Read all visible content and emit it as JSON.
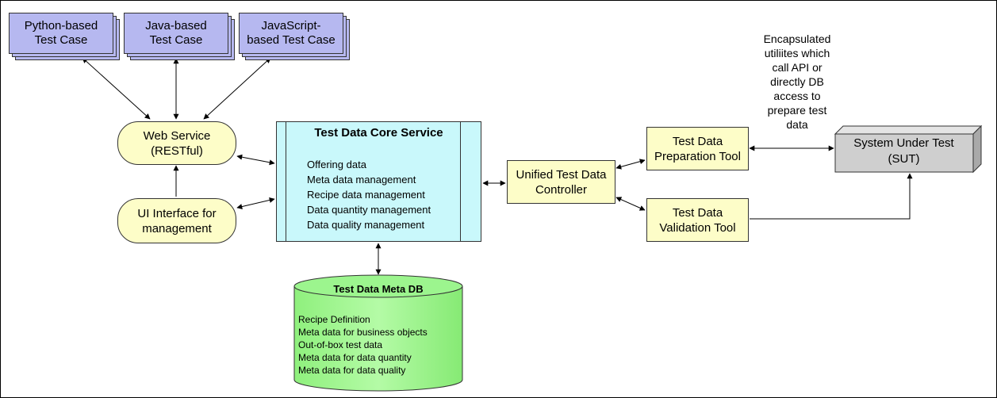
{
  "test_cases": [
    {
      "line1": "Python-based",
      "line2": "Test Case"
    },
    {
      "line1": "Java-based",
      "line2": "Test Case"
    },
    {
      "line1": "JavaScript-",
      "line2": "based Test Case"
    }
  ],
  "web_service": {
    "line1": "Web Service",
    "line2": "(RESTful)"
  },
  "ui_interface": {
    "line1": "UI Interface for",
    "line2": "management"
  },
  "core_service": {
    "title": "Test Data Core Service",
    "items": [
      "Offering data",
      "Meta data management",
      "Recipe data management",
      "Data quantity management",
      "Data quality management"
    ]
  },
  "meta_db": {
    "title": "Test Data Meta DB",
    "items": [
      "Recipe Definition",
      "Meta data for business objects",
      "Out-of-box test data",
      "Meta data for data quantity",
      "Meta data for data quality"
    ]
  },
  "controller": {
    "line1": "Unified Test Data",
    "line2": "Controller"
  },
  "prep_tool": {
    "line1": "Test Data",
    "line2": "Preparation Tool"
  },
  "valid_tool": {
    "line1": "Test Data",
    "line2": "Validation Tool"
  },
  "sut": {
    "line1": "System Under Test",
    "line2": "(SUT)"
  },
  "note": {
    "lines": [
      "Encapsulated",
      "utiliites which",
      "call API or",
      "directly DB",
      "access to",
      "prepare test",
      "data"
    ]
  },
  "colors": {
    "test_case_fill": "#b6b8f0",
    "pill_fill": "#fdfdc8",
    "core_fill": "#c9f8fb",
    "db_fill": "#9cf58e",
    "sut_fill": "#cfcfcf"
  }
}
